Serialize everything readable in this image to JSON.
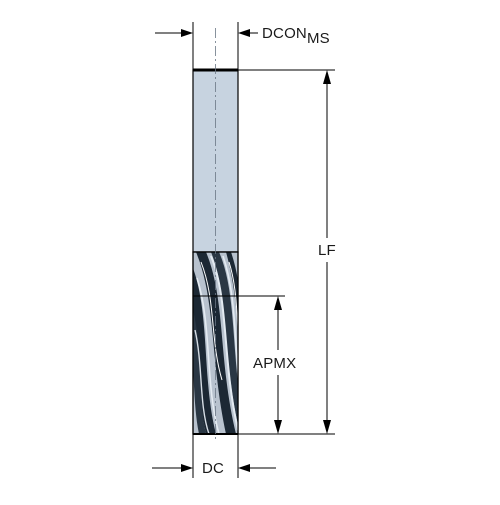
{
  "drawing": {
    "type": "solid end mill technical drawing",
    "colors": {
      "shank_fill": "#c7d3e0",
      "shank_stroke": "#000000",
      "flute_dark": "#1c2834",
      "flute_light": "#9aa6b4",
      "dimension_line": "#000000"
    }
  },
  "labels": {
    "dcon": "DCON",
    "dcon_subscript": "MS",
    "lf": "LF",
    "apmx": "APMX",
    "dc": "DC"
  }
}
